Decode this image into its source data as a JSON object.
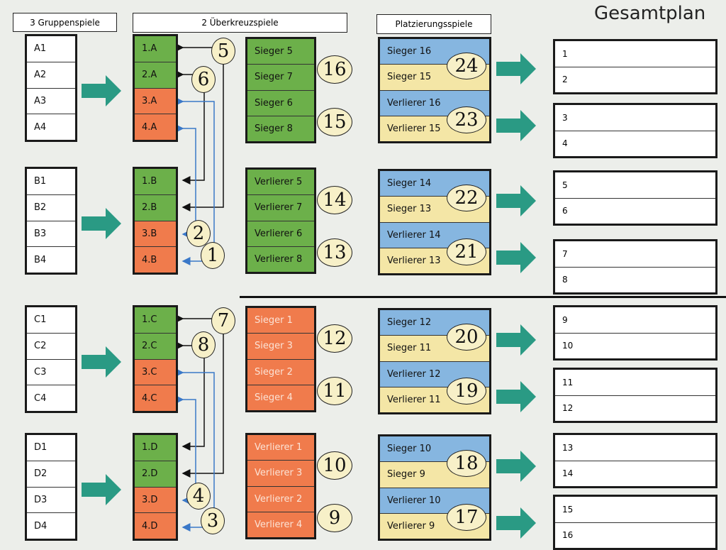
{
  "headers": {
    "groups": "3 Gruppenspiele",
    "cross": "2 Überkreuzspiele",
    "placement": "Platzierungsspiele",
    "overall": "Gesamtplan"
  },
  "colors": {
    "green": "#6cb04a",
    "orange": "#f07b4c",
    "blue": "#86b6e0",
    "yellow": "#f4e6a6",
    "teal": "#2a9a84"
  },
  "groups": [
    [
      "A1",
      "A2",
      "A3",
      "A4"
    ],
    [
      "B1",
      "B2",
      "B3",
      "B4"
    ],
    [
      "C1",
      "C2",
      "C3",
      "C4"
    ],
    [
      "D1",
      "D2",
      "D3",
      "D4"
    ]
  ],
  "cross": [
    [
      "1.A",
      "2.A",
      "3.A",
      "4.A"
    ],
    [
      "1.B",
      "2.B",
      "3.B",
      "4.B"
    ],
    [
      "1.C",
      "2.C",
      "3.C",
      "4.C"
    ],
    [
      "1.D",
      "2.D",
      "3.D",
      "4.D"
    ]
  ],
  "cross_matches": [
    [
      "5",
      "6"
    ],
    [
      "2",
      "1"
    ],
    [
      "7",
      "8"
    ],
    [
      "4",
      "3"
    ]
  ],
  "second": [
    {
      "cells": [
        "Sieger 5",
        "Sieger 7",
        "Sieger 6",
        "Sieger 8"
      ],
      "matches": [
        "16",
        "15"
      ],
      "color": "green"
    },
    {
      "cells": [
        "Verlierer 5",
        "Verlierer 7",
        "Verlierer 6",
        "Verlierer 8"
      ],
      "matches": [
        "14",
        "13"
      ],
      "color": "green"
    },
    {
      "cells": [
        "Sieger 1",
        "Sieger 3",
        "Sieger 2",
        "Sieger 4"
      ],
      "matches": [
        "12",
        "11"
      ],
      "color": "orange"
    },
    {
      "cells": [
        "Verlierer 1",
        "Verlierer 3",
        "Verlierer 2",
        "Verlierer 4"
      ],
      "matches": [
        "10",
        "9"
      ],
      "color": "orange"
    }
  ],
  "placement": [
    {
      "cells": [
        "Sieger 16",
        "Sieger 15",
        "Verlierer 16",
        "Verlierer 15"
      ],
      "matches": [
        "24",
        "23"
      ]
    },
    {
      "cells": [
        "Sieger 14",
        "Sieger 13",
        "Verlierer 14",
        "Verlierer 13"
      ],
      "matches": [
        "22",
        "21"
      ]
    },
    {
      "cells": [
        "Sieger 12",
        "Sieger 11",
        "Verlierer 12",
        "Verlierer 11"
      ],
      "matches": [
        "20",
        "19"
      ]
    },
    {
      "cells": [
        "Sieger 10",
        "Sieger 9",
        "Verlierer 10",
        "Verlierer 9"
      ],
      "matches": [
        "18",
        "17"
      ]
    }
  ],
  "overall": [
    [
      "1",
      "2"
    ],
    [
      "3",
      "4"
    ],
    [
      "5",
      "6"
    ],
    [
      "7",
      "8"
    ],
    [
      "9",
      "10"
    ],
    [
      "11",
      "12"
    ],
    [
      "13",
      "14"
    ],
    [
      "15",
      "16"
    ]
  ]
}
